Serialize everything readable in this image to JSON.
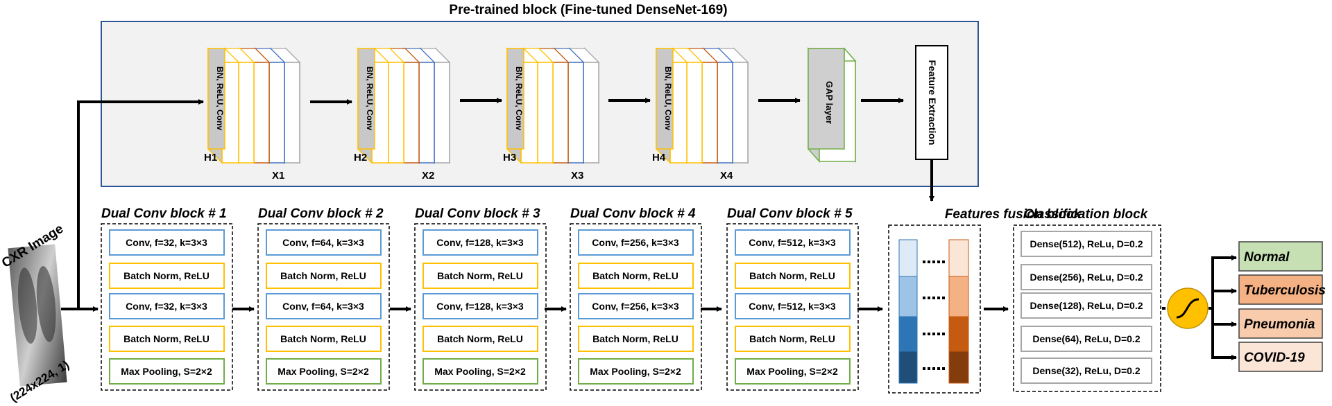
{
  "pretrained": {
    "title": "Pre-trained block (Fine-tuned DenseNet-169)",
    "dense_units": [
      {
        "bn_label": "BN, ReLU, Conv",
        "h_label": "H1",
        "x_label": "X1"
      },
      {
        "bn_label": "BN, ReLU, Conv",
        "h_label": "H2",
        "x_label": "X2"
      },
      {
        "bn_label": "BN, ReLU, Conv",
        "h_label": "H3",
        "x_label": "X3"
      },
      {
        "bn_label": "BN, ReLU, Conv",
        "h_label": "H4",
        "x_label": "X4"
      }
    ],
    "gap_label": "GAP layer",
    "feature_label": "Feature Extraction"
  },
  "input": {
    "title": "CXR Image",
    "shape": "(224x224, 1)"
  },
  "dual_conv_blocks": [
    {
      "title": "Dual Conv block # 1",
      "layers": [
        "Conv, f=32, k=3×3",
        "Batch Norm, ReLU",
        "Conv, f=32, k=3×3",
        "Batch Norm, ReLU",
        "Max Pooling, S=2×2"
      ]
    },
    {
      "title": "Dual Conv block # 2",
      "layers": [
        "Conv, f=64, k=3×3",
        "Batch Norm, ReLU",
        "Conv, f=64, k=3×3",
        "Batch Norm, ReLU",
        "Max Pooling, S=2×2"
      ]
    },
    {
      "title": "Dual Conv block # 3",
      "layers": [
        "Conv, f=128, k=3×3",
        "Batch Norm, ReLU",
        "Conv, f=128, k=3×3",
        "Batch Norm, ReLU",
        "Max Pooling, S=2×2"
      ]
    },
    {
      "title": "Dual Conv block # 4",
      "layers": [
        "Conv, f=256, k=3×3",
        "Batch Norm, ReLU",
        "Conv, f=256, k=3×3",
        "Batch Norm, ReLU",
        "Max Pooling, S=2×2"
      ]
    },
    {
      "title": "Dual Conv block # 5",
      "layers": [
        "Conv, f=512, k=3×3",
        "Batch Norm, ReLU",
        "Conv, f=512, k=3×3",
        "Batch Norm, ReLU",
        "Max Pooling, S=2×2"
      ]
    }
  ],
  "fusion": {
    "title": "Features fusion block"
  },
  "classification": {
    "title": "Classification block",
    "layers": [
      "Dense(512), ReLu, D=0.2",
      "Dense(256), ReLu, D=0.2",
      "Dense(128), ReLu, D=0.2",
      "Dense(64), ReLu, D=0.2",
      "Dense(32), ReLu, D=0.2"
    ]
  },
  "outputs": [
    {
      "label": "Normal",
      "color": "#c6e0b4"
    },
    {
      "label": "Tuberculosis",
      "color": "#f4b183"
    },
    {
      "label": "Pneumonia",
      "color": "#f8cbad"
    },
    {
      "label": "COVID-19",
      "color": "#fbe5d6"
    }
  ],
  "colors": {
    "pretrained_border": "#2f5597",
    "pretrained_fill": "#f2f2f2",
    "conv_border": "#5b9bd5",
    "bn_border": "#ffc000",
    "pool_border": "#70ad47",
    "sigmoid_fill": "#ffc000",
    "fusion_blue": [
      "#deebf7",
      "#9dc3e6",
      "#2e75b6",
      "#1f4e79"
    ],
    "fusion_orange": [
      "#fbe5d6",
      "#f4b183",
      "#c55a11",
      "#843c0c"
    ]
  }
}
